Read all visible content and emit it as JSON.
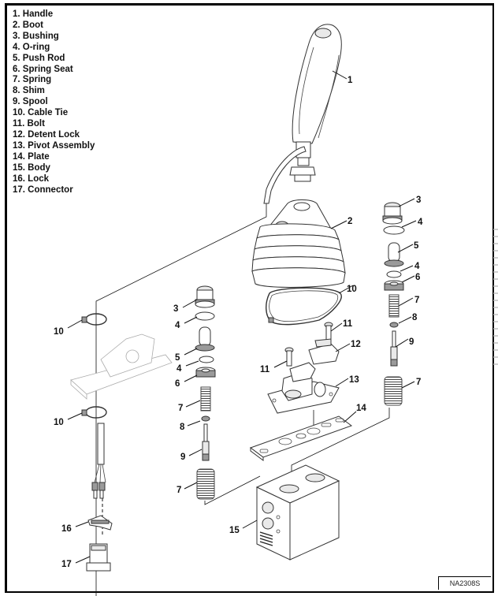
{
  "figure": {
    "id_label": "NA2308S",
    "legend": [
      "1. Handle",
      "2. Boot",
      "3. Bushing",
      "4. O-ring",
      "5. Push Rod",
      "6. Spring Seat",
      "7. Spring",
      "8. Shim",
      "9. Spool",
      "10. Cable Tie",
      "11. Bolt",
      "12. Detent Lock",
      "13. Pivot Assembly",
      "14. Plate",
      "15. Body",
      "16. Lock",
      "17. Connector"
    ],
    "callouts": {
      "handle": "1",
      "boot": "2",
      "bushing_right": "3",
      "oring_right_upper": "4",
      "pushrod_right": "5",
      "oring_right_lower": "4",
      "springseat_right": "6",
      "spring_right_upper": "7",
      "shim_right": "8",
      "spool_right": "9",
      "spring_right_lower": "7",
      "bushing_left": "3",
      "oring_left_upper": "4",
      "pushrod_left": "5",
      "oring_left_lower": "4",
      "springseat_left": "6",
      "spring_left_upper": "7",
      "shim_left": "8",
      "spool_left": "9",
      "spring_left_lower": "7",
      "cabletie_upper": "10",
      "cabletie_lower": "10",
      "cabletie_center": "10",
      "bolt_right": "11",
      "bolt_left": "11",
      "detent_lock": "12",
      "pivot_assembly": "13",
      "plate": "14",
      "body": "15",
      "lock": "16",
      "connector": "17"
    }
  }
}
